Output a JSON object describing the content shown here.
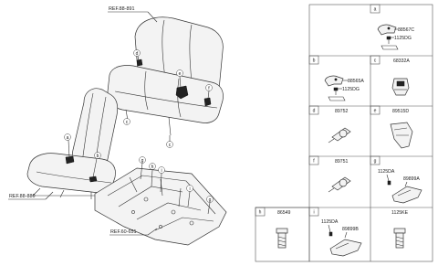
{
  "references": {
    "top": "REF.88-891",
    "mid": "REF.88-880",
    "bottom": "REF.60-651"
  },
  "callouts": {
    "a": "a",
    "b": "b",
    "c": "c",
    "d": "d",
    "e": "e",
    "f": "f",
    "g": "g",
    "h": "h",
    "i": "i"
  },
  "panels": {
    "a": {
      "letter": "a",
      "parts": [
        "88567C",
        "1125DG"
      ]
    },
    "b": {
      "letter": "b",
      "parts": [
        "88565A",
        "1125DG"
      ]
    },
    "c": {
      "letter": "c",
      "title": "68332A"
    },
    "d": {
      "letter": "d",
      "title": "89752"
    },
    "e": {
      "letter": "e",
      "title": "89515D"
    },
    "f": {
      "letter": "f",
      "title": "89751"
    },
    "g": {
      "letter": "g",
      "parts": [
        "1125DA",
        "89899A"
      ]
    },
    "h": {
      "letter": "h",
      "title": "86549"
    },
    "i": {
      "letter": "i",
      "parts": [
        "1125DA",
        "89899B"
      ]
    },
    "k": {
      "title": "1125KE"
    }
  }
}
